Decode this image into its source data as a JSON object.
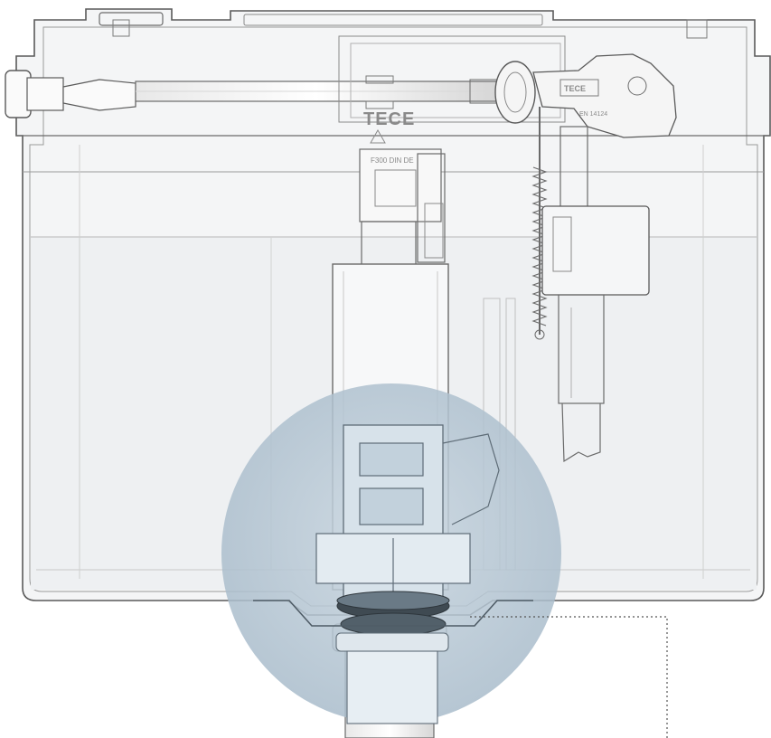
{
  "diagram": {
    "brand_mark": "TECE",
    "valve_label": "F300 DIN DE",
    "standard_label": "EN 14124",
    "cap_label": "TECE"
  },
  "colors": {
    "outline": "#5a5a5a",
    "line_light": "#b8b8b8",
    "tank_fill": "#f4f5f6",
    "water_fill": "#eef0f2",
    "magnifier": "#b9c9d6",
    "leader": "#555555"
  }
}
